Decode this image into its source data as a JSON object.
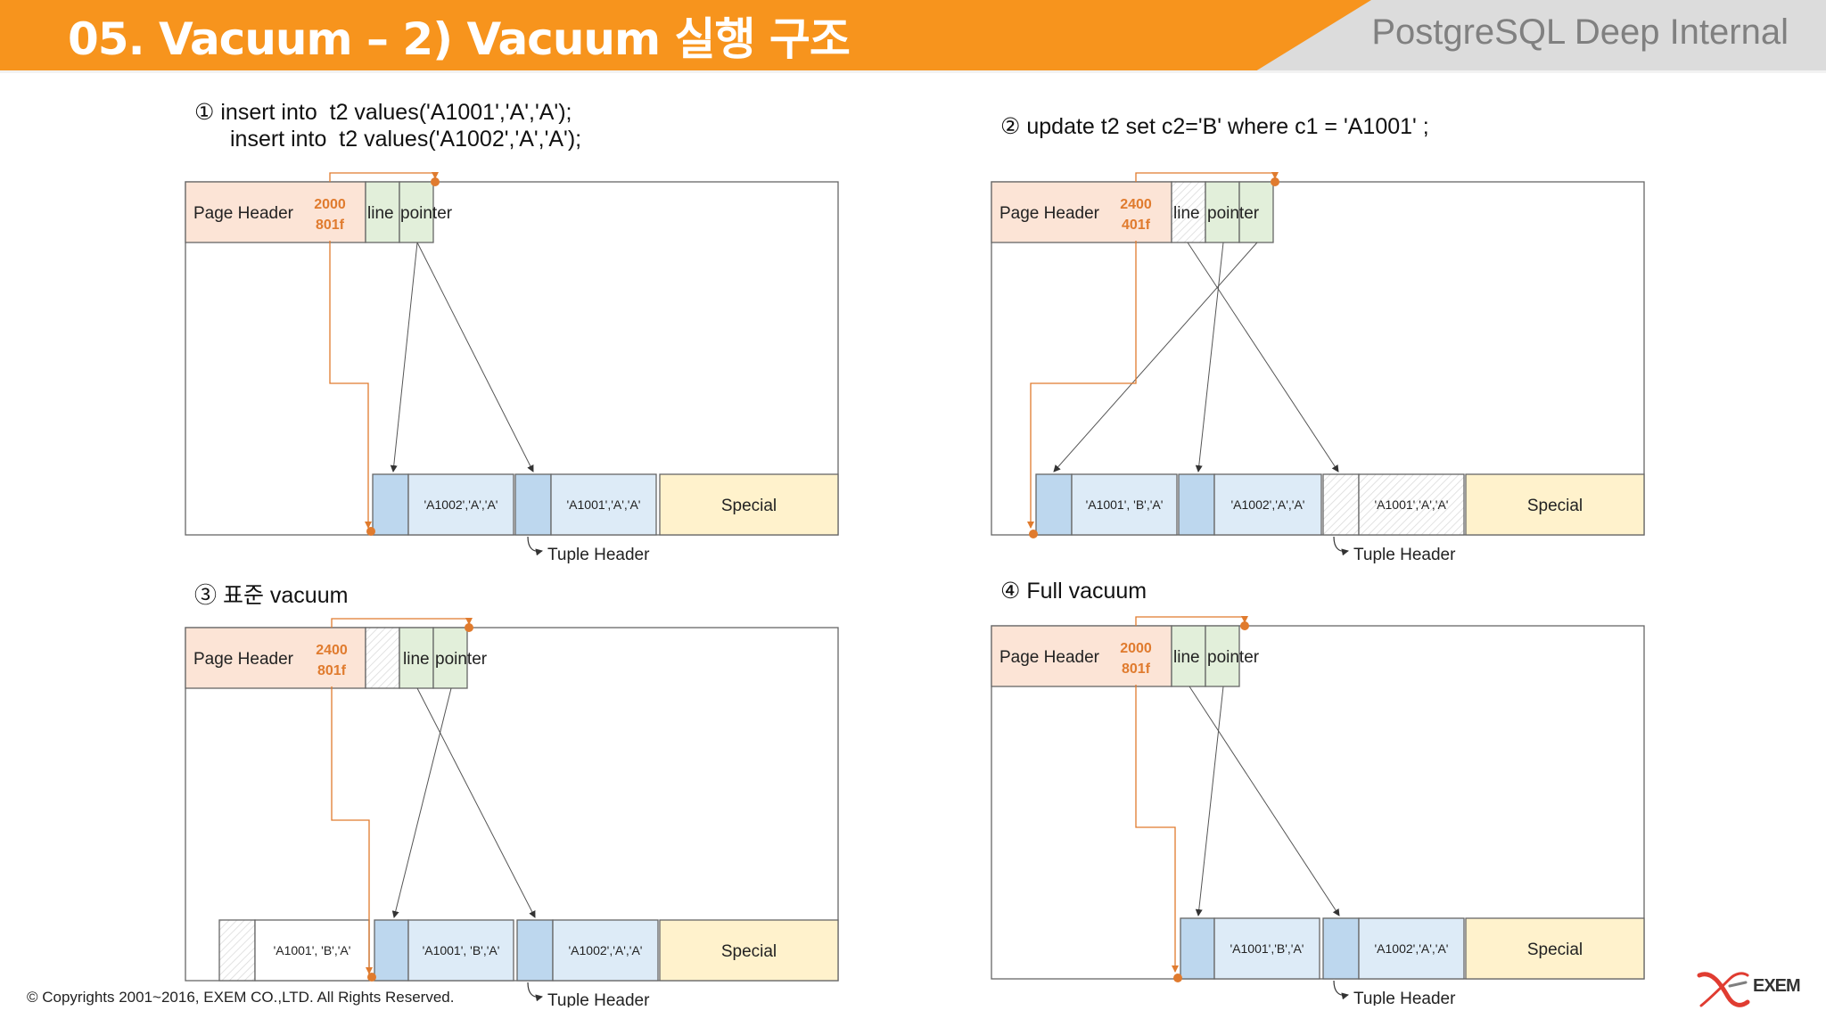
{
  "header": {
    "title": "05. Vacuum – 2) Vacuum 실행 구조",
    "brand": "PostgreSQL Deep Internal",
    "colors": {
      "orange": "#F7941D",
      "gray": "#DCDCDC"
    }
  },
  "common": {
    "page_header": "Page Header",
    "line": "line",
    "pointer": "pointer",
    "special": "Special",
    "tuple_header": "Tuple Header"
  },
  "panels": [
    {
      "caption_line1": "① insert into  t2 values('A1001','A','A');",
      "caption_line2": "insert into  t2 values('A1002','A','A');",
      "header_top": "2000",
      "header_bottom": "801f",
      "tuples": [
        "'A1002','A','A'",
        "'A1001','A','A'"
      ]
    },
    {
      "caption_line1": "② update t2 set c2='B' where c1 = 'A1001' ;",
      "header_top": "2400",
      "header_bottom": "401f",
      "tuples": [
        "'A1001', 'B','A'",
        "'A1002','A','A'",
        "'A1001','A','A'"
      ]
    },
    {
      "caption_line1": "③ 표준 vacuum",
      "header_top": "2400",
      "header_bottom": "801f",
      "tuples": [
        "'A1001',  'B','A'",
        "'A1001', 'B','A'",
        "'A1002','A','A'"
      ]
    },
    {
      "caption_line1": "④ Full vacuum",
      "header_top": "2000",
      "header_bottom": "801f",
      "tuples": [
        "'A1001','B','A'",
        "'A1002','A','A'"
      ]
    }
  ],
  "footer": {
    "copyright": "© Copyrights 2001~2016, EXEM CO.,LTD. All Rights Reserved.",
    "logo_text": "EXEM"
  }
}
